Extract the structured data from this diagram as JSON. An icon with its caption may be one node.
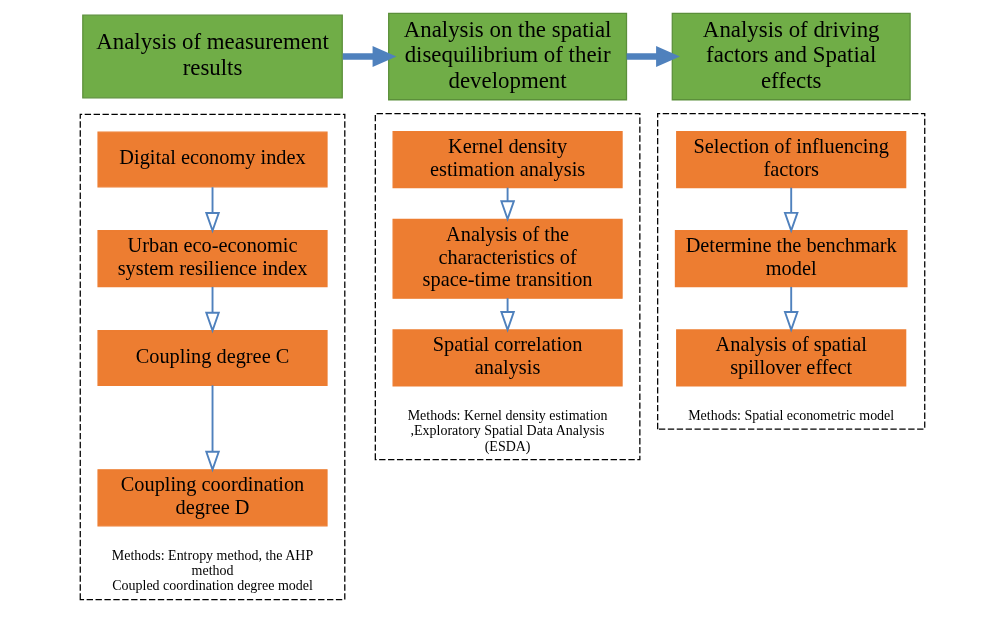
{
  "diagram": {
    "nodes": [
      {
        "text": [
          "Analysis of measurement results"
        ]
      },
      {
        "text": [
          "Analysis on the spatial disequilibrium of their development"
        ]
      },
      {
        "text": [
          "Analysis of driving factors and Spatial effects"
        ]
      },
      {
        "text": [
          "Methods: Entropy method, the AHP method",
          "Coupled coordination degree model"
        ]
      },
      {
        "text": [
          "Digital economy index"
        ],
        "in": 3
      },
      {
        "text": [
          "Urban eco-economic system resilience index"
        ],
        "in": 3
      },
      {
        "text": [
          "Coupling degree C"
        ],
        "in": 3
      },
      {
        "text": [
          "Coupling coordination degree D"
        ],
        "in": 3
      },
      {
        "text": [
          "Methods: Kernel density estimation ,Exploratory Spatial Data Analysis (ESDA)"
        ]
      },
      {
        "text": [
          "Kernel density estimation analysis"
        ],
        "in": 8
      },
      {
        "text": [
          "Analysis of the characteristics of space-time transition"
        ],
        "in": 8
      },
      {
        "text": [
          "Spatial correlation analysis"
        ],
        "in": 8
      },
      {
        "text": [
          "Methods: Spatial econometric model"
        ]
      },
      {
        "text": [
          "Selection of influencing factors"
        ],
        "in": 12
      },
      {
        "text": [
          "Determine the benchmark model"
        ],
        "in": 12
      },
      {
        "text": [
          "Analysis of spatial spillover effect"
        ],
        "in": 12
      }
    ],
    "edges": [
      {
        "from": 0,
        "to": 1,
        "arrow": "to",
        "style": "thick",
        "color": "#4f81bd"
      },
      {
        "from": 1,
        "to": 2,
        "arrow": "to",
        "style": "thick",
        "color": "#4f81bd"
      },
      {
        "from": 4,
        "to": 5,
        "arrow": "to"
      },
      {
        "from": 5,
        "to": 6,
        "arrow": "to"
      },
      {
        "from": 6,
        "to": 7,
        "arrow": "to"
      },
      {
        "from": 9,
        "to": 10,
        "arrow": "to"
      },
      {
        "from": 10,
        "to": 11,
        "arrow": "to"
      },
      {
        "from": 13,
        "to": 14,
        "arrow": "to"
      },
      {
        "from": 14,
        "to": 15,
        "arrow": "to"
      }
    ]
  }
}
